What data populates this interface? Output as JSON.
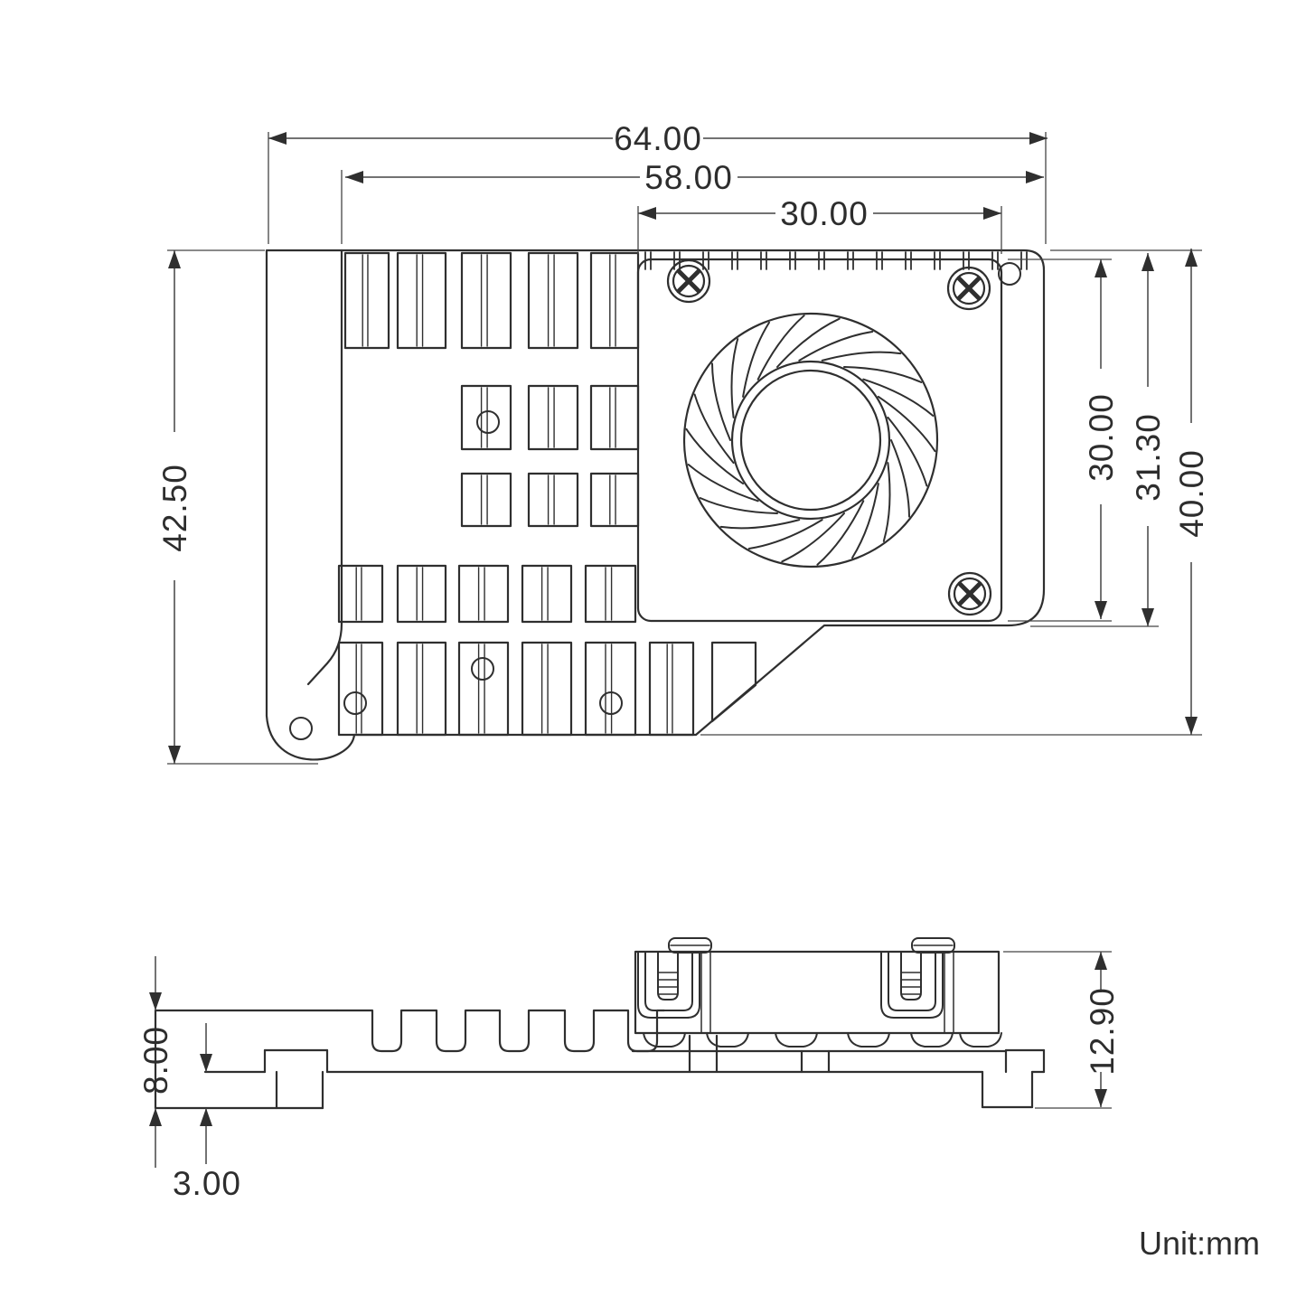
{
  "dimensions": {
    "width_total": "64.00",
    "width_body": "58.00",
    "fan_width": "30.00",
    "height_left": "42.50",
    "fan_height": "30.00",
    "fan_mount_height": "31.30",
    "height_right": "40.00",
    "side_height": "8.00",
    "side_base": "3.00",
    "side_total_height": "12.90"
  },
  "note": {
    "unit": "Unit:mm"
  },
  "colors": {
    "ink": "#2f2f2f",
    "dim": "#444444"
  }
}
